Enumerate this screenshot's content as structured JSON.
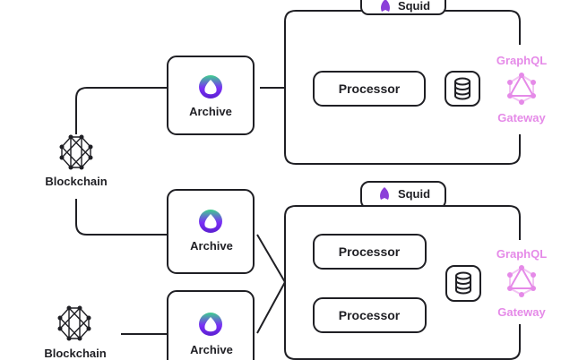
{
  "colors": {
    "line": "#1f1f24",
    "graphql": "#e58ae8",
    "squid": "#8b3fd9",
    "archive_green": "#3ecf8e",
    "archive_purple": "#7b2ff7"
  },
  "top": {
    "squid_label": "Squid",
    "archive_label": "Archive",
    "blockchain_label": "Blockchain",
    "processor_label": "Processor",
    "graphql_label": "GraphQL",
    "gateway_label": "Gateway"
  },
  "bottom": {
    "squid_label": "Squid",
    "archive_labels": [
      "Archive",
      "Archive"
    ],
    "blockchain_label": "Blockchain",
    "processor_labels": [
      "Processor",
      "Processor"
    ],
    "graphql_label": "GraphQL",
    "gateway_label": "Gateway"
  }
}
